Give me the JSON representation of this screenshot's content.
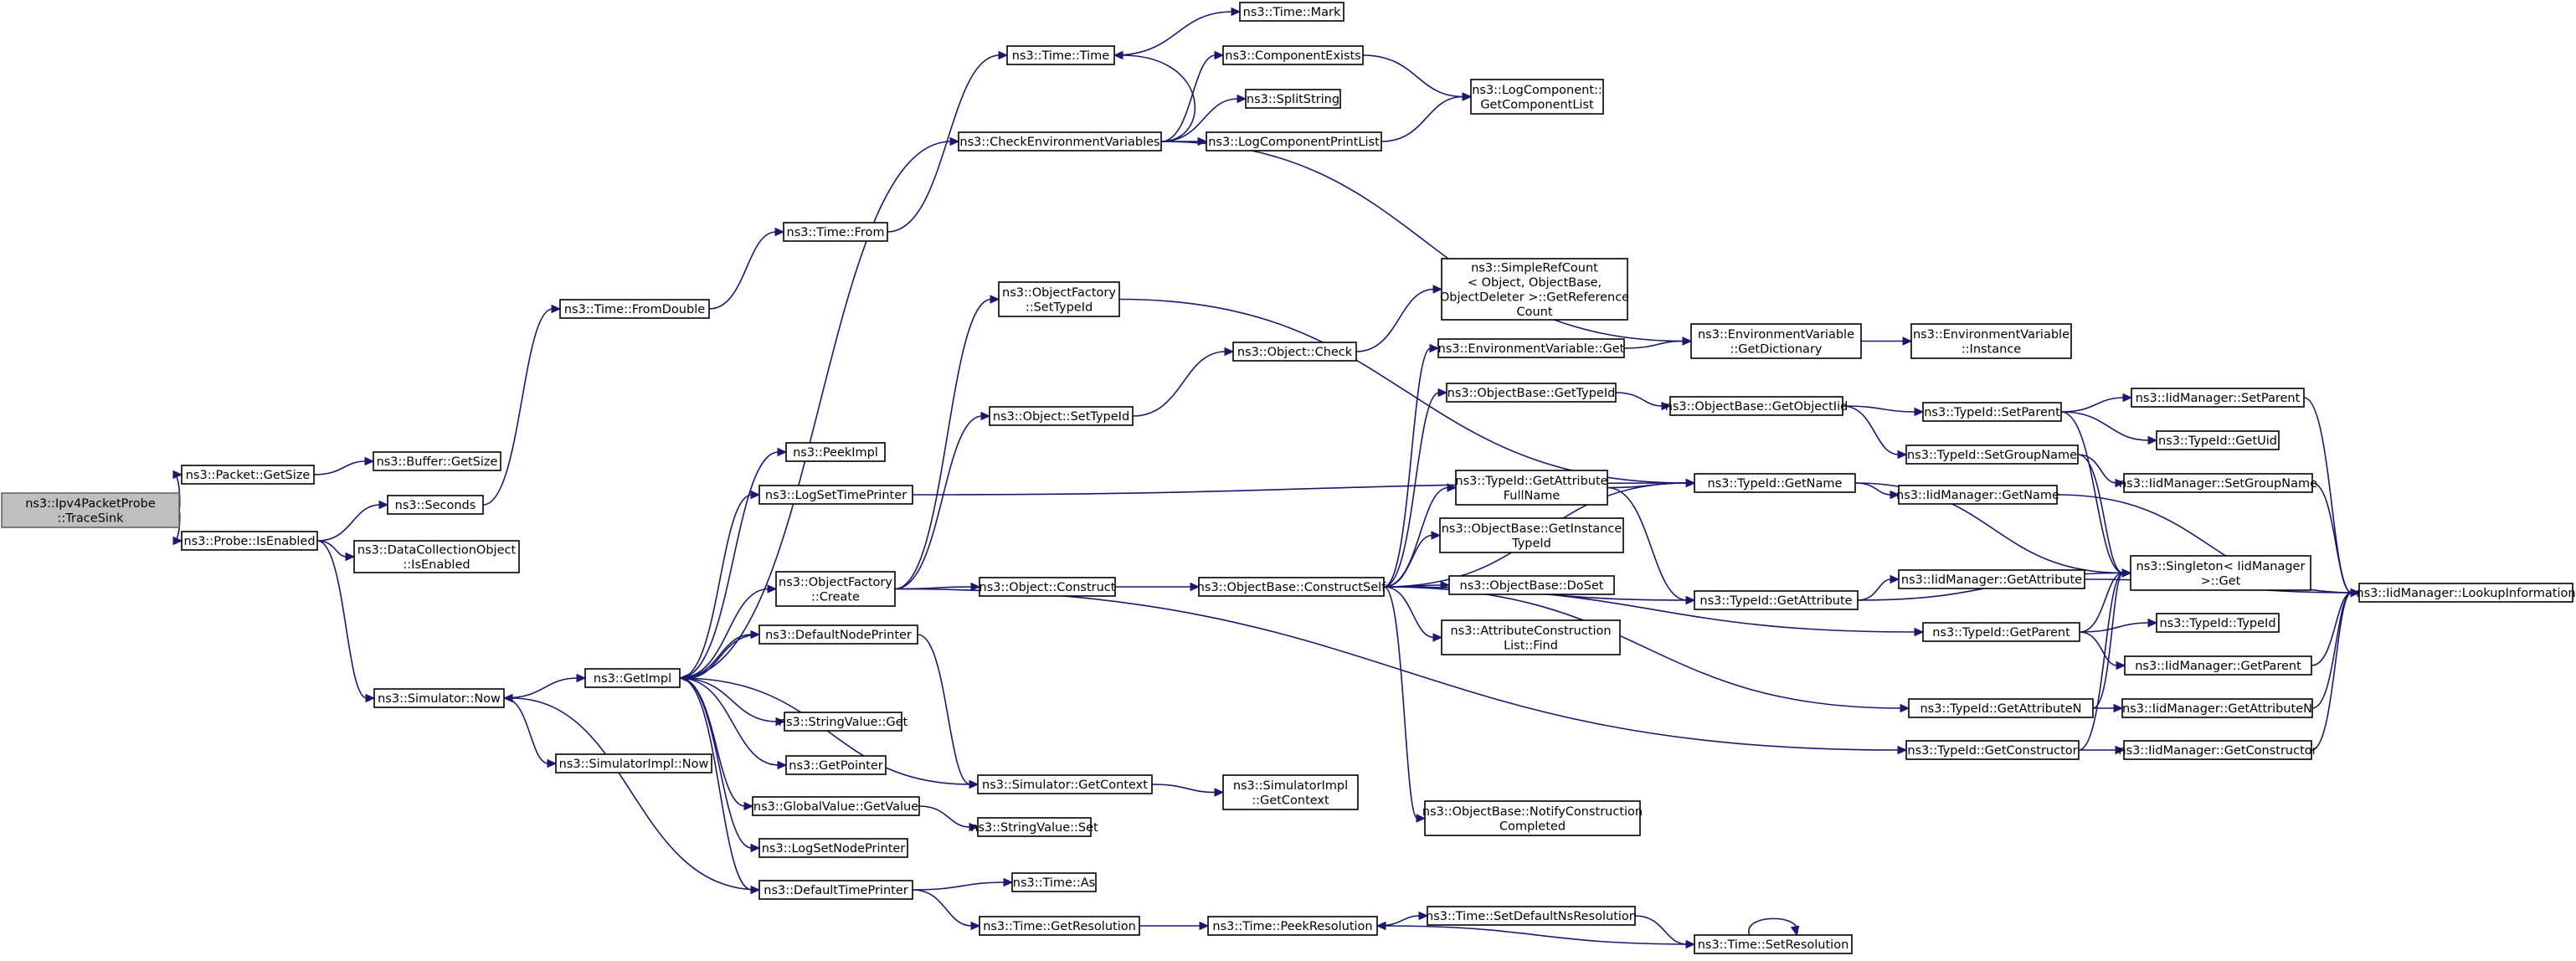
{
  "graph": {
    "nodes": [
      {
        "id": "n01",
        "label": [
          "ns3::Ipv4PacketProbe",
          "::TraceSink"
        ],
        "root": true
      },
      {
        "id": "n02",
        "label": [
          "ns3::Packet::GetSize"
        ]
      },
      {
        "id": "n03",
        "label": [
          "ns3::Buffer::GetSize"
        ]
      },
      {
        "id": "n04",
        "label": [
          "ns3::Probe::IsEnabled"
        ]
      },
      {
        "id": "n05",
        "label": [
          "ns3::DataCollectionObject",
          "::IsEnabled"
        ]
      },
      {
        "id": "n06",
        "label": [
          "ns3::Seconds"
        ]
      },
      {
        "id": "n07",
        "label": [
          "ns3::Time::FromDouble"
        ]
      },
      {
        "id": "n08",
        "label": [
          "ns3::Time::From"
        ]
      },
      {
        "id": "n09",
        "label": [
          "ns3::Time::Time"
        ]
      },
      {
        "id": "n10",
        "label": [
          "ns3::Time::Mark"
        ]
      },
      {
        "id": "n11",
        "label": [
          "ns3::Simulator::Now"
        ]
      },
      {
        "id": "n12",
        "label": [
          "ns3::GetImpl"
        ]
      },
      {
        "id": "n13",
        "label": [
          "ns3::SimulatorImpl::Now"
        ]
      },
      {
        "id": "n14",
        "label": [
          "ns3::PeekImpl"
        ]
      },
      {
        "id": "n15",
        "label": [
          "ns3::LogSetTimePrinter"
        ]
      },
      {
        "id": "n16",
        "label": [
          "ns3::ObjectFactory",
          "::Create"
        ]
      },
      {
        "id": "n17",
        "label": [
          "ns3::DefaultNodePrinter"
        ]
      },
      {
        "id": "n18",
        "label": [
          "ns3::StringValue::Get"
        ]
      },
      {
        "id": "n19",
        "label": [
          "ns3::GetPointer"
        ]
      },
      {
        "id": "n20",
        "label": [
          "ns3::GlobalValue::GetValue"
        ]
      },
      {
        "id": "n21",
        "label": [
          "ns3::LogSetNodePrinter"
        ]
      },
      {
        "id": "n22",
        "label": [
          "ns3::DefaultTimePrinter"
        ]
      },
      {
        "id": "n23",
        "label": [
          "ns3::CheckEnvironmentVariables"
        ]
      },
      {
        "id": "n24",
        "label": [
          "ns3::ComponentExists"
        ]
      },
      {
        "id": "n25",
        "label": [
          "ns3::SplitString"
        ]
      },
      {
        "id": "n26",
        "label": [
          "ns3::LogComponentPrintList"
        ]
      },
      {
        "id": "n27",
        "label": [
          "ns3::LogComponent::",
          "GetComponentList"
        ]
      },
      {
        "id": "n28",
        "label": [
          "ns3::ObjectFactory",
          "::SetTypeId"
        ]
      },
      {
        "id": "n29",
        "label": [
          "ns3::Object::SetTypeId"
        ]
      },
      {
        "id": "n30",
        "label": [
          "ns3::Object::Check"
        ]
      },
      {
        "id": "n31",
        "label": [
          "ns3::SimpleRefCount",
          "< Object, ObjectBase,",
          " ObjectDeleter >::GetReference",
          "Count"
        ]
      },
      {
        "id": "n32",
        "label": [
          "ns3::Object::Construct"
        ]
      },
      {
        "id": "n33",
        "label": [
          "ns3::ObjectBase::ConstructSelf"
        ]
      },
      {
        "id": "n34",
        "label": [
          "ns3::Simulator::GetContext"
        ]
      },
      {
        "id": "n35",
        "label": [
          "ns3::SimulatorImpl",
          "::GetContext"
        ]
      },
      {
        "id": "n36",
        "label": [
          "ns3::StringValue::Set"
        ]
      },
      {
        "id": "n37",
        "label": [
          "ns3::Time::As"
        ]
      },
      {
        "id": "n38",
        "label": [
          "ns3::Time::GetResolution"
        ]
      },
      {
        "id": "n39",
        "label": [
          "ns3::Time::PeekResolution"
        ]
      },
      {
        "id": "n40",
        "label": [
          "ns3::Time::SetDefaultNsResolution"
        ]
      },
      {
        "id": "n41",
        "label": [
          "ns3::Time::SetResolution"
        ]
      },
      {
        "id": "n42",
        "label": [
          "ns3::EnvironmentVariable::Get"
        ]
      },
      {
        "id": "n43",
        "label": [
          "ns3::ObjectBase::GetTypeId"
        ]
      },
      {
        "id": "n44",
        "label": [
          "ns3::TypeId::GetAttribute",
          "FullName"
        ]
      },
      {
        "id": "n45",
        "label": [
          "ns3::ObjectBase::GetInstance",
          "TypeId"
        ]
      },
      {
        "id": "n46",
        "label": [
          "ns3::ObjectBase::DoSet"
        ]
      },
      {
        "id": "n47",
        "label": [
          "ns3::AttributeConstruction",
          "List::Find"
        ]
      },
      {
        "id": "n48",
        "label": [
          "ns3::ObjectBase::NotifyConstruction",
          "Completed"
        ]
      },
      {
        "id": "n49",
        "label": [
          "ns3::EnvironmentVariable",
          "::GetDictionary"
        ]
      },
      {
        "id": "n50",
        "label": [
          "ns3::EnvironmentVariable",
          "::Instance"
        ]
      },
      {
        "id": "n51",
        "label": [
          "ns3::ObjectBase::GetObjectIid"
        ]
      },
      {
        "id": "n52",
        "label": [
          "ns3::TypeId::GetName"
        ]
      },
      {
        "id": "n53",
        "label": [
          "ns3::TypeId::GetAttribute"
        ]
      },
      {
        "id": "n54",
        "label": [
          "ns3::TypeId::GetParent"
        ]
      },
      {
        "id": "n55",
        "label": [
          "ns3::TypeId::GetAttributeN"
        ]
      },
      {
        "id": "n56",
        "label": [
          "ns3::TypeId::GetConstructor"
        ]
      },
      {
        "id": "n57",
        "label": [
          "ns3::TypeId::SetParent"
        ]
      },
      {
        "id": "n58",
        "label": [
          "ns3::TypeId::SetGroupName"
        ]
      },
      {
        "id": "n59",
        "label": [
          "ns3::IidManager::GetName"
        ]
      },
      {
        "id": "n60",
        "label": [
          "ns3::IidManager::GetAttribute"
        ]
      },
      {
        "id": "n61",
        "label": [
          "ns3::Singleton< IidManager",
          " >::Get"
        ]
      },
      {
        "id": "n62",
        "label": [
          "ns3::IidManager::SetParent"
        ]
      },
      {
        "id": "n63",
        "label": [
          "ns3::TypeId::GetUid"
        ]
      },
      {
        "id": "n64",
        "label": [
          "ns3::IidManager::SetGroupName"
        ]
      },
      {
        "id": "n65",
        "label": [
          "ns3::TypeId::TypeId"
        ]
      },
      {
        "id": "n66",
        "label": [
          "ns3::IidManager::GetParent"
        ]
      },
      {
        "id": "n67",
        "label": [
          "ns3::IidManager::GetAttributeN"
        ]
      },
      {
        "id": "n68",
        "label": [
          "ns3::IidManager::GetConstructor"
        ]
      },
      {
        "id": "n69",
        "label": [
          "ns3::IidManager::LookupInformation"
        ]
      }
    ],
    "edges": [
      [
        "n01",
        "n02"
      ],
      [
        "n01",
        "n04"
      ],
      [
        "n02",
        "n03"
      ],
      [
        "n04",
        "n05"
      ],
      [
        "n04",
        "n06"
      ],
      [
        "n04",
        "n11"
      ],
      [
        "n06",
        "n07"
      ],
      [
        "n07",
        "n08"
      ],
      [
        "n08",
        "n09"
      ],
      [
        "n09",
        "n10"
      ],
      [
        "n11",
        "n12"
      ],
      [
        "n11",
        "n13"
      ],
      [
        "n12",
        "n14"
      ],
      [
        "n12",
        "n15"
      ],
      [
        "n12",
        "n16"
      ],
      [
        "n12",
        "n17"
      ],
      [
        "n12",
        "n18"
      ],
      [
        "n12",
        "n19"
      ],
      [
        "n12",
        "n20"
      ],
      [
        "n12",
        "n21"
      ],
      [
        "n12",
        "n22"
      ],
      [
        "n12",
        "n23"
      ],
      [
        "n12",
        "n34"
      ],
      [
        "n15",
        "n52"
      ],
      [
        "n16",
        "n28"
      ],
      [
        "n16",
        "n29"
      ],
      [
        "n16",
        "n32"
      ],
      [
        "n16",
        "n56"
      ],
      [
        "n17",
        "n34"
      ],
      [
        "n17",
        "n12"
      ],
      [
        "n20",
        "n36"
      ],
      [
        "n22",
        "n37"
      ],
      [
        "n22",
        "n38"
      ],
      [
        "n22",
        "n11"
      ],
      [
        "n23",
        "n09"
      ],
      [
        "n23",
        "n24"
      ],
      [
        "n23",
        "n25"
      ],
      [
        "n23",
        "n26"
      ],
      [
        "n23",
        "n49"
      ],
      [
        "n24",
        "n27"
      ],
      [
        "n26",
        "n27"
      ],
      [
        "n28",
        "n52"
      ],
      [
        "n29",
        "n30"
      ],
      [
        "n30",
        "n31"
      ],
      [
        "n32",
        "n33"
      ],
      [
        "n34",
        "n35"
      ],
      [
        "n38",
        "n39"
      ],
      [
        "n39",
        "n40"
      ],
      [
        "n40",
        "n41"
      ],
      [
        "n41",
        "n39"
      ],
      [
        "n41",
        "n41"
      ],
      [
        "n33",
        "n42"
      ],
      [
        "n33",
        "n43"
      ],
      [
        "n33",
        "n52"
      ],
      [
        "n33",
        "n44"
      ],
      [
        "n33",
        "n45"
      ],
      [
        "n33",
        "n46"
      ],
      [
        "n33",
        "n47"
      ],
      [
        "n33",
        "n48"
      ],
      [
        "n33",
        "n53"
      ],
      [
        "n33",
        "n54"
      ],
      [
        "n33",
        "n55"
      ],
      [
        "n42",
        "n49"
      ],
      [
        "n49",
        "n50"
      ],
      [
        "n43",
        "n51"
      ],
      [
        "n51",
        "n57"
      ],
      [
        "n51",
        "n58"
      ],
      [
        "n44",
        "n52"
      ],
      [
        "n44",
        "n53"
      ],
      [
        "n52",
        "n59"
      ],
      [
        "n52",
        "n61"
      ],
      [
        "n53",
        "n60"
      ],
      [
        "n53",
        "n61"
      ],
      [
        "n54",
        "n65"
      ],
      [
        "n54",
        "n66"
      ],
      [
        "n54",
        "n61"
      ],
      [
        "n55",
        "n67"
      ],
      [
        "n55",
        "n61"
      ],
      [
        "n56",
        "n68"
      ],
      [
        "n56",
        "n61"
      ],
      [
        "n57",
        "n62"
      ],
      [
        "n57",
        "n63"
      ],
      [
        "n57",
        "n61"
      ],
      [
        "n58",
        "n64"
      ],
      [
        "n58",
        "n61"
      ],
      [
        "n59",
        "n69"
      ],
      [
        "n60",
        "n69"
      ],
      [
        "n62",
        "n69"
      ],
      [
        "n64",
        "n69"
      ],
      [
        "n66",
        "n69"
      ],
      [
        "n67",
        "n69"
      ],
      [
        "n68",
        "n69"
      ]
    ]
  }
}
